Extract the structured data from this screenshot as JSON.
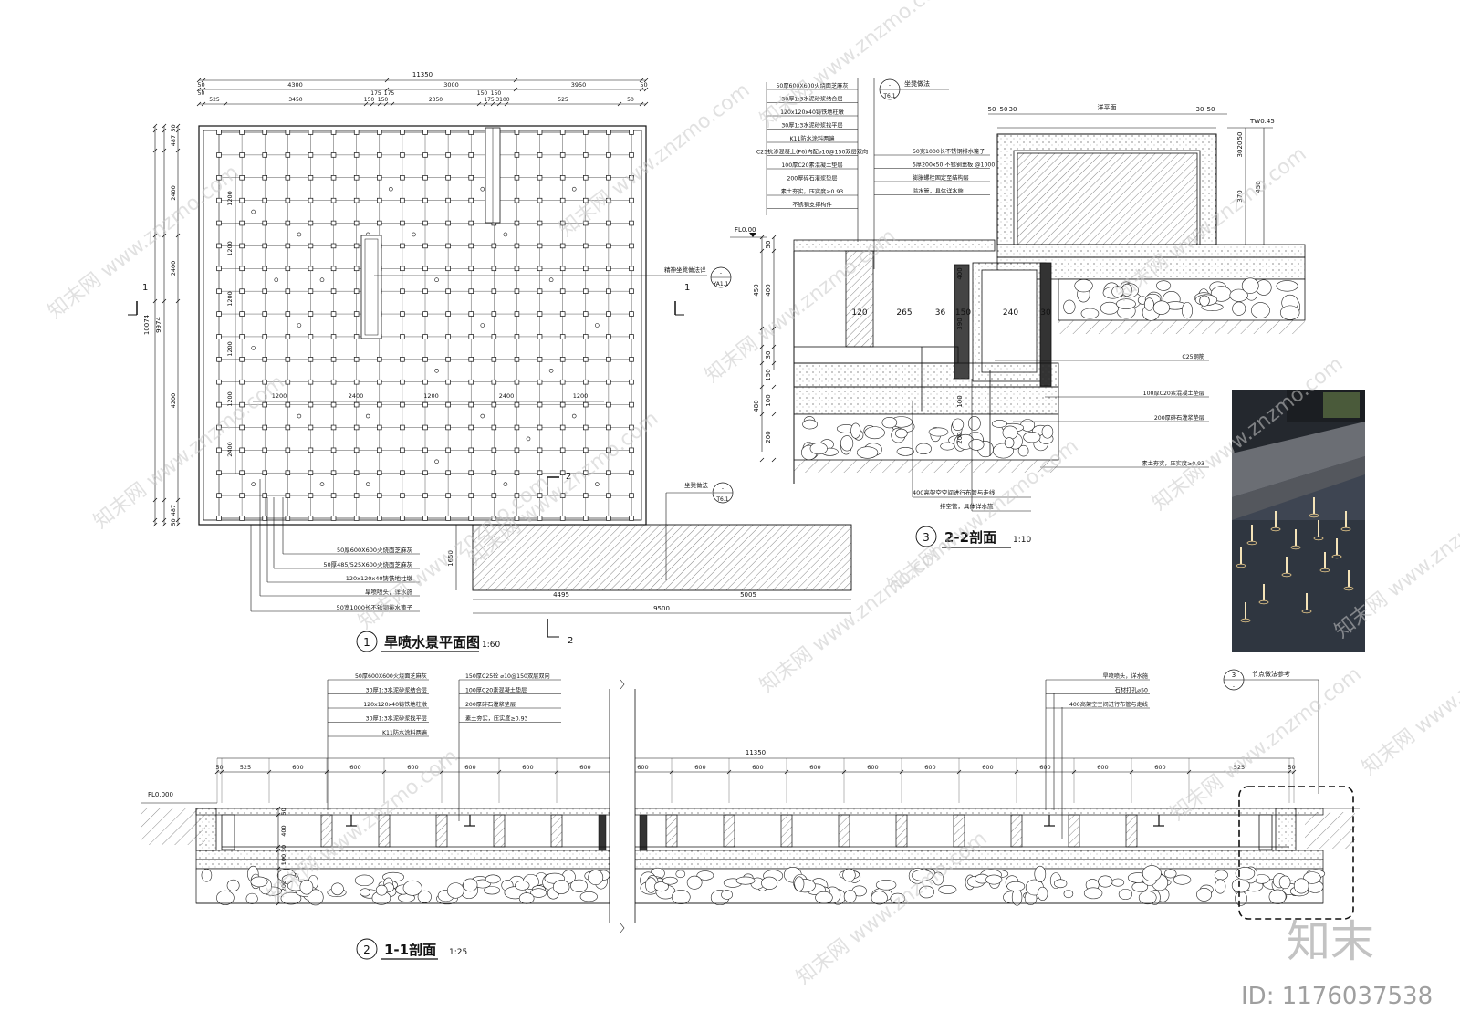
{
  "plan": {
    "title": "旱喷水景平面图",
    "scale": "1:60",
    "number": "1",
    "dims_top_total": "11350",
    "dims_top_row1": [
      "50",
      "4300",
      "3000",
      "3950",
      "50"
    ],
    "dims_top_row2": [
      "50",
      "525",
      "3450",
      "150",
      "175",
      "150",
      "175",
      "2350",
      "150",
      "175",
      "150",
      "3100",
      "525",
      "50"
    ],
    "dims_left_total": "10074",
    "dims_left_total2": "9974",
    "dims_left_rows": [
      "50",
      "487",
      "2400",
      "2400",
      "4200",
      "487",
      "50"
    ],
    "dims_inner_v": [
      "1200",
      "1200",
      "1200",
      "1200",
      "1200",
      "2400"
    ],
    "dims_inner_h": [
      "1200",
      "2400",
      "1200",
      "2400",
      "1200"
    ],
    "section_mark_1": "1",
    "section_mark_2": "2",
    "callout_bench": "精神坐凳做法详",
    "callout_bench_ref": "YA1.1",
    "callout_seat": "坐凳做法",
    "callout_seat_ref": "T6.1",
    "bench_dims": [
      "4495",
      "5005"
    ],
    "bench_total": "9500",
    "bench_height": "1650",
    "legend": [
      "50厚600X600火烧面芝麻灰",
      "50厚485/525X600火烧面芝麻灰",
      "120x120x40铸铁地柱墩",
      "旱喷喷头，详水施",
      "50宽1000长不锈钢排水篦子"
    ]
  },
  "sec22": {
    "title": "2-2剖面",
    "scale": "1:10",
    "number": "3",
    "ref_top": "坐凳做法",
    "ref_top_ref": "T6.1",
    "layers_left": [
      "50厚600X600火烧面芝麻灰",
      "30厚1:3水泥砂浆结合层",
      "120x120x40铸铁地柱墩",
      "30厚1:3水泥砂浆找平层",
      "K11防水涂料两遍",
      "C25抗渗混凝土(P6)内配⌀10@150双层双向",
      "100厚C20素混凝土垫层",
      "200厚碎石灌浆垫层",
      "素土夯实，压实度≥0.93",
      "不锈钢支撑构件"
    ],
    "layers_mid": [
      "50宽1000长不锈钢排水篦子",
      "5厚200x50 不锈钢盖板 @1000",
      "膨胀螺栓固定至结构层",
      "溢水管，具体详水施"
    ],
    "dims_top": [
      "50",
      "50",
      "30",
      "30",
      "50"
    ],
    "ref_level": "TW0.45",
    "elev": "FL0.00",
    "dims_v": [
      "50",
      "400",
      "450",
      "30",
      "150",
      "100",
      "480",
      "200"
    ],
    "dims_v_right": [
      "50",
      "20",
      "30",
      "370",
      "450"
    ],
    "dims_h": [
      "120",
      "265",
      "36",
      "150",
      "240",
      "30"
    ],
    "right_labels": [
      "C25钢筋",
      "100厚C20素混凝土垫层",
      "200厚碎石灌浆垫层",
      "素土夯实，压实度≥0.93"
    ],
    "bottom_labels": [
      "400高架空空间进行布管与走线",
      "排空管，具体详水施"
    ],
    "top_label": "洋平面",
    "inner_dims": [
      "400",
      "390",
      "100",
      "200"
    ]
  },
  "sec11": {
    "title": "1-1剖面",
    "scale": "1:25",
    "number": "2",
    "elev": "FL0.000",
    "total": "11350",
    "dims": [
      "50",
      "525",
      "600",
      "600",
      "600",
      "600",
      "600",
      "600",
      "600",
      "600",
      "600",
      "600",
      "600",
      "600",
      "600",
      "600",
      "600",
      "600",
      "525",
      "50"
    ],
    "layers_left": [
      "50厚600X600火烧面芝麻灰",
      "30厚1:3水泥砂浆结合层",
      "120x120x40铸铁地柱墩",
      "30厚1:3水泥砂浆找平层",
      "K11防水涂料两遍"
    ],
    "layers_mid": [
      "150厚C25砼 ⌀10@150双层双向",
      "100厚C20素混凝土垫层",
      "200厚碎石灌浆垫层",
      "素土夯实，压实度≥0.93"
    ],
    "layers_right": [
      "旱喷喷头，详水施",
      "石材打孔⌀50",
      "400高架空空间进行布管与走线"
    ],
    "detail_ref": "节点做法参考",
    "detail_ref_num": "3",
    "v_dims": [
      "50",
      "400",
      "30",
      "100",
      "200"
    ]
  },
  "watermark": {
    "logo": "知末",
    "id": "ID: 1176037538",
    "tiles": [
      "知末网 www.znzmo.com"
    ]
  },
  "colors": {
    "line": "#111111",
    "hatch": "#444444",
    "wm": "#c9c9c9"
  }
}
